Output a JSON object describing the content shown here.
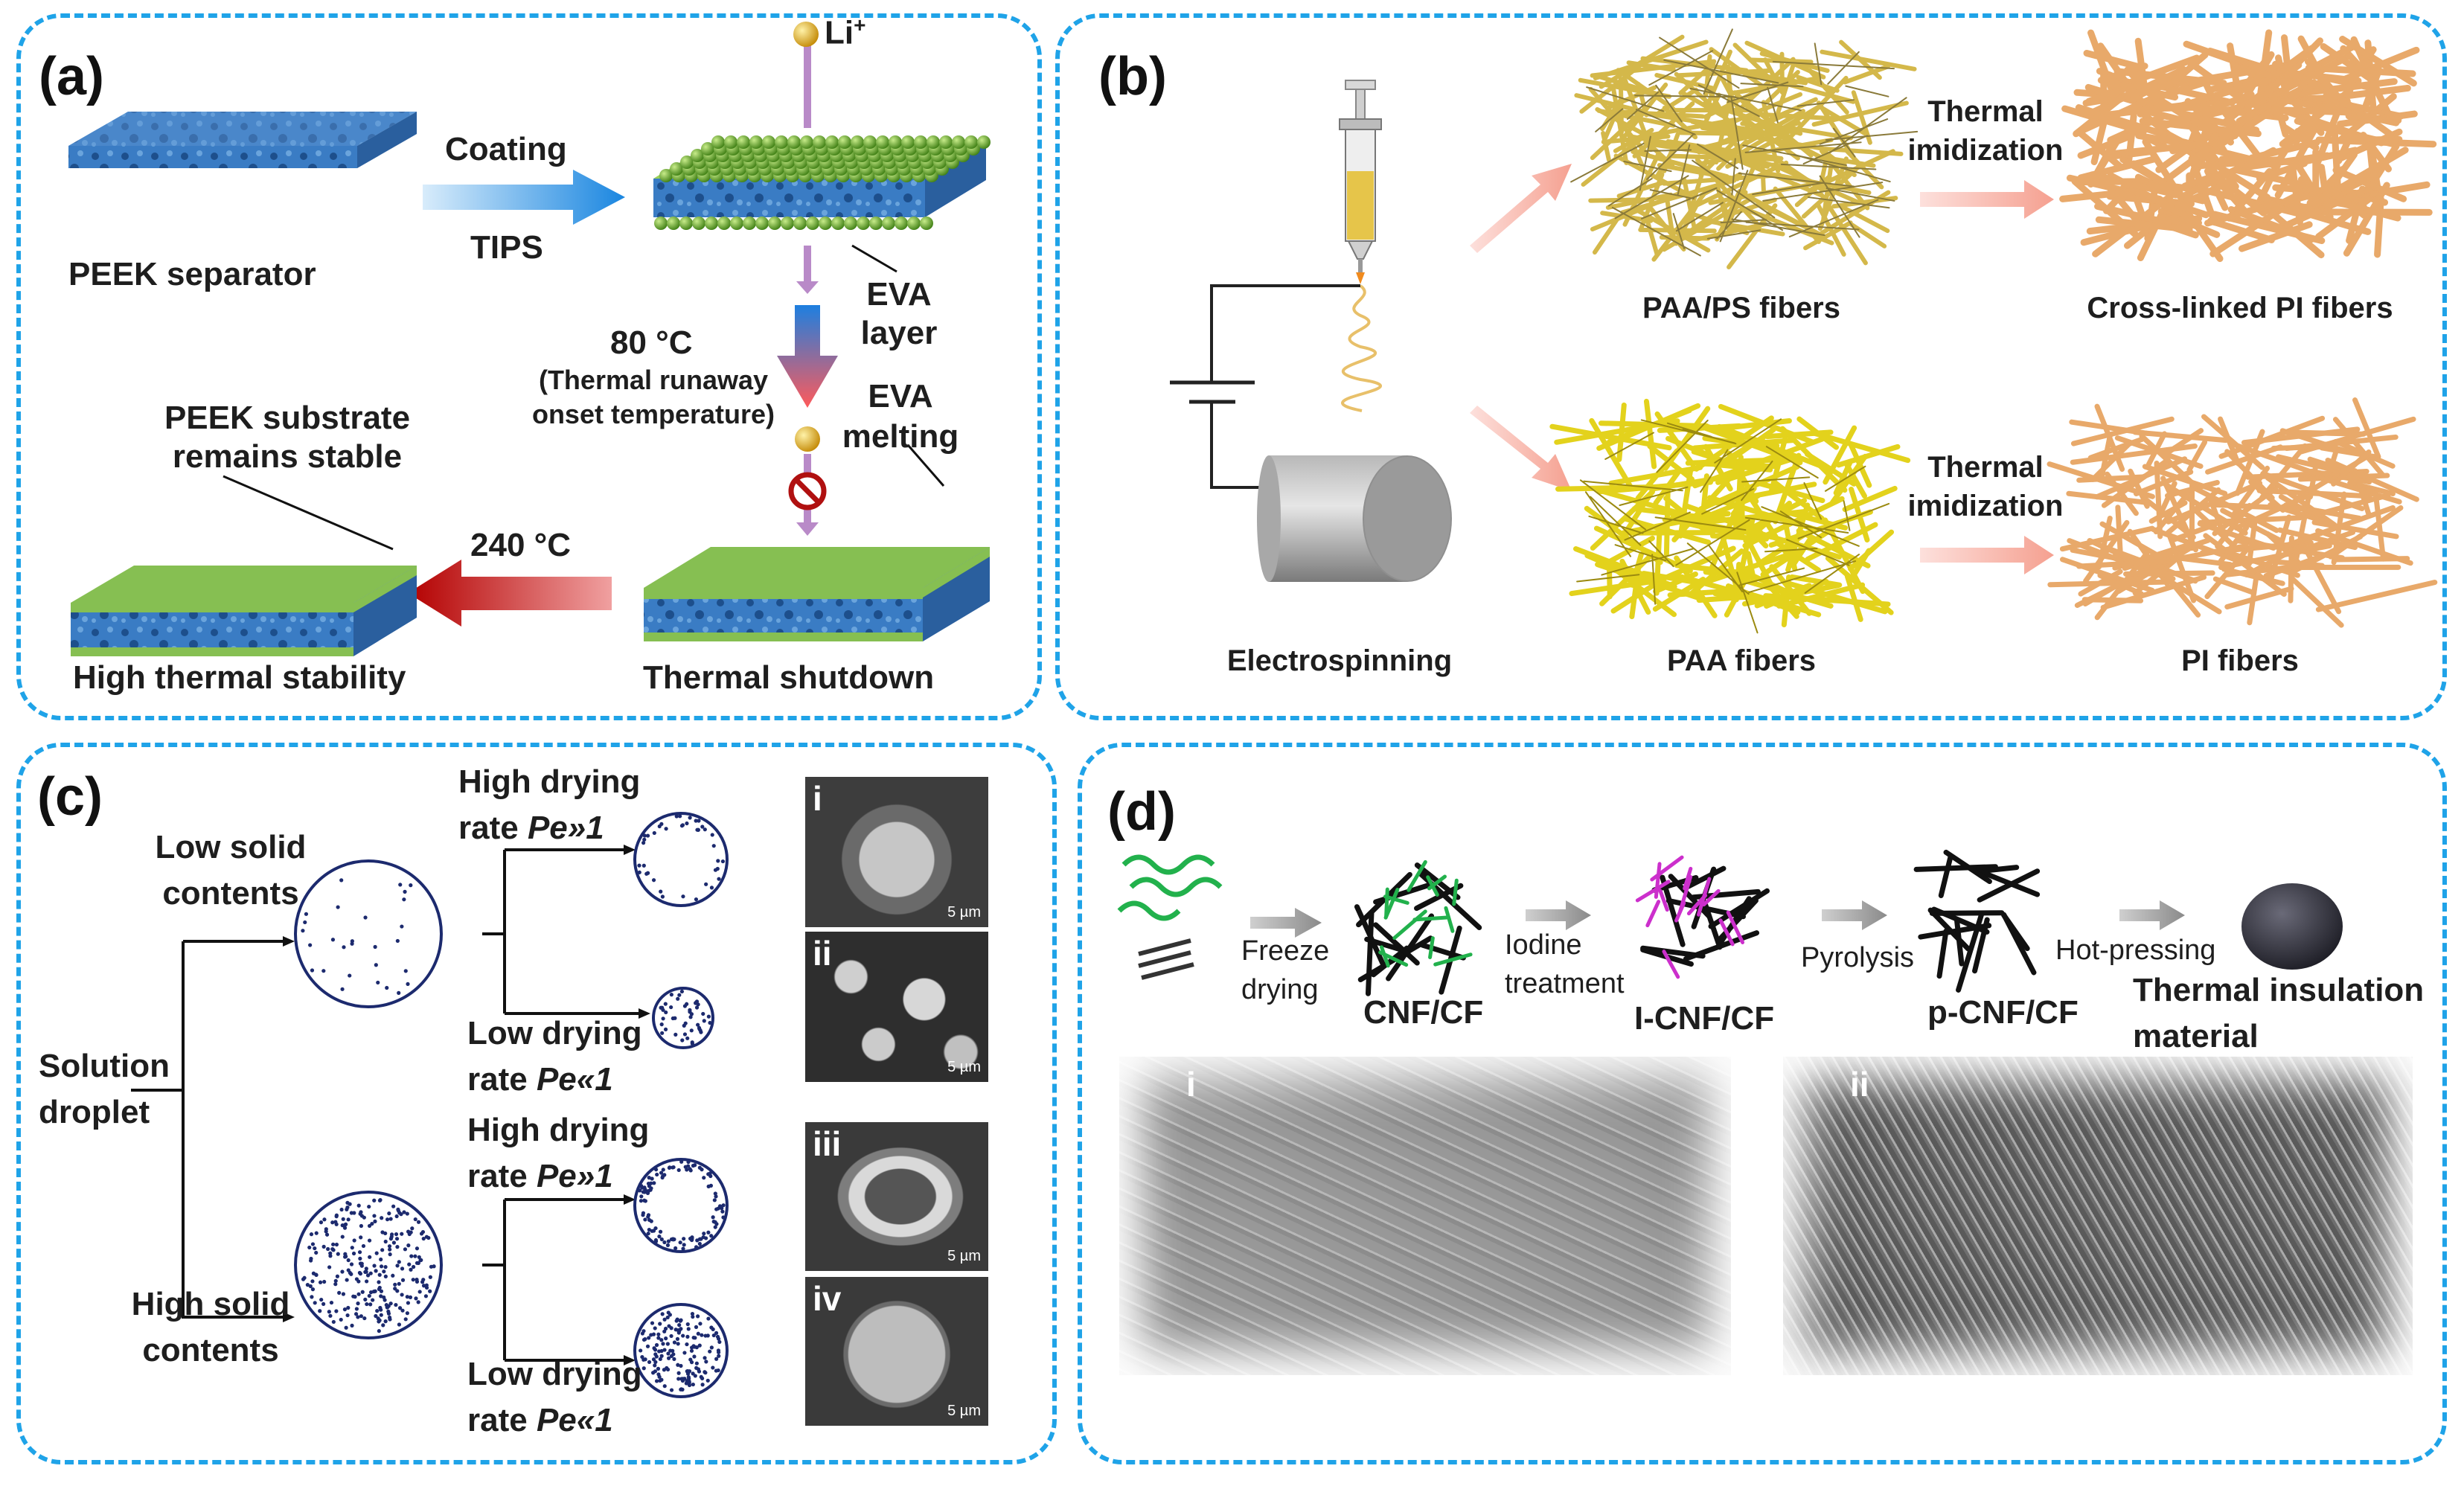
{
  "panel_a": {
    "label": "(a)",
    "li_ion": "Li",
    "li_sup": "+",
    "peek_separator": "PEEK separator",
    "coating": "Coating",
    "tips": "TIPS",
    "eva_layer_1": "EVA",
    "eva_layer_2": "layer",
    "temp_80": "80 °C",
    "runaway_1": "(Thermal runaway",
    "runaway_2": "onset temperature)",
    "eva_melting_1": "EVA",
    "eva_melting_2": "melting",
    "peek_substrate_1": "PEEK substrate",
    "peek_substrate_2": "remains stable",
    "temp_240": "240 °C",
    "high_thermal": "High thermal stability",
    "thermal_shutdown": "Thermal shutdown"
  },
  "panel_b": {
    "label": "(b)",
    "thermal_1a": "Thermal",
    "thermal_1b": "imidization",
    "thermal_2a": "Thermal",
    "thermal_2b": "imidization",
    "paa_ps": "PAA/PS fibers",
    "cross_linked": "Cross-linked PI fibers",
    "electrospinning": "Electrospinning",
    "paa": "PAA fibers",
    "pi": "PI fibers"
  },
  "panel_c": {
    "label": "(c)",
    "low_solid_1": "Low solid",
    "low_solid_2": "contents",
    "high_solid_1": "High solid",
    "high_solid_2": "contents",
    "solution_1": "Solution",
    "solution_2": "droplet",
    "hd1_a": "High drying",
    "hd1_b": "rate ",
    "hd1_c": "Pe»1",
    "ld1_a": "Low drying",
    "ld1_b": "rate ",
    "ld1_c": "Pe«1",
    "hd2_a": "High drying",
    "hd2_b": "rate ",
    "hd2_c": "Pe»1",
    "ld2_a": "Low drying",
    "ld2_b": "rate ",
    "ld2_c": "Pe«1",
    "sem_i": "i",
    "sem_ii": "ii",
    "sem_iii": "iii",
    "sem_iv": "iv",
    "scale": "5 µm"
  },
  "panel_d": {
    "label": "(d)",
    "freeze_1": "Freeze",
    "freeze_2": "drying",
    "iodine_1": "Iodine",
    "iodine_2": "treatment",
    "pyrolysis": "Pyrolysis",
    "hot_pressing": "Hot-pressing",
    "cnf_cf": "CNF/CF",
    "i_cnf_cf": "I-CNF/CF",
    "p_cnf_cf": "p-CNF/CF",
    "insulation_1": "Thermal insulation",
    "insulation_2": "material",
    "sem_i": "i",
    "sem_ii": "ii"
  },
  "colors": {
    "dash_border": "#1fa3e8",
    "peek_blue": "#3a7cc4",
    "eva_green": "#7fb544",
    "li_sphere": "#e6b12a",
    "paa_ps_fiber": "#d4b84a",
    "pi_fiber": "#e8a96a",
    "paa_fiber": "#e3d21c",
    "iodine_magenta": "#cc2fcc",
    "cnf_green": "#22b14c"
  }
}
